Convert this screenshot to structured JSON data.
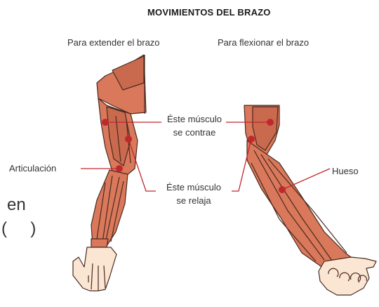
{
  "title": "MOVIMIENTOS DEL BRAZO",
  "left_caption": "Para extender el brazo",
  "right_caption": "Para flexionar el brazo",
  "label_contracts": [
    "Éste músculo",
    "se contrae"
  ],
  "label_relaxes": [
    "Éste músculo",
    "se relaja"
  ],
  "label_joint": "Articulación",
  "label_bone": "Hueso",
  "margin_fragment_1": "en",
  "margin_fragment_2": "(     )",
  "colors": {
    "muscle": "#d9785a",
    "muscle_dark": "#b9553c",
    "outline": "#4a2a20",
    "skin": "#fbe6d3",
    "pointer": "#c0282e"
  }
}
